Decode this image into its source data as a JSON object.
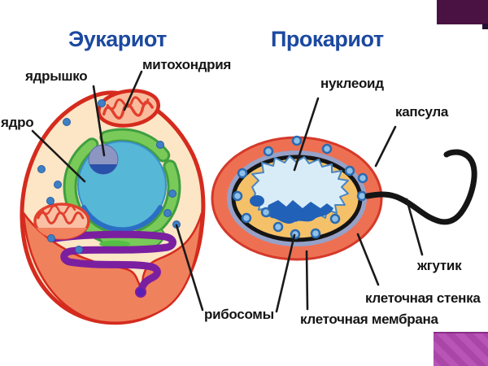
{
  "titles": {
    "eukaryote": "Эукариот",
    "prokaryote": "Прокариот",
    "title_color": "#1c49a0"
  },
  "labels": {
    "yadryshko": "ядрышко",
    "mitohondriya": "митохондрия",
    "yadro": "ядро",
    "ribosomy": "рибосомы",
    "nukleoid": "нуклеоид",
    "kapsula": "капсула",
    "zhgutik": "жгутик",
    "kletochnaya_stenka": "клеточная стенка",
    "kletochnaya_membrana": "клеточная мембрана"
  },
  "colors": {
    "label_text": "#141414",
    "euk_membrane": "#d52b1e",
    "euk_cytoplasm": "#fce6c6",
    "euk_bottom_crescent": "#f0815d",
    "nucleus_fill": "#56b7d7",
    "nucleus_rim": "#2b6fc4",
    "nucleolus_fill": "#8d95c3",
    "nucleolus_shadow": "#2a51a9",
    "er_green": "#79ca58",
    "er_green_dark": "#3f9e3f",
    "golgi_purple": "#7a1fa0",
    "orange_organelle": "#f5971d",
    "mitochondria_fill": "#f9bb9b",
    "mitochondria_outline": "#d52b1e",
    "ribosome_blue": "#3f7fc4",
    "prok_capsule": "#ee7052",
    "prok_cell_wall": "#96a1c8",
    "prok_membrane": "#141414",
    "prok_cytoplasm": "#f5c168",
    "nucleoid_fill": "#d8ecf8",
    "nucleoid_dna": "#2161b8",
    "flagellum": "#151515",
    "decor_top_right": "#4a1143",
    "decor_bottom_right": "#b44ab2"
  }
}
